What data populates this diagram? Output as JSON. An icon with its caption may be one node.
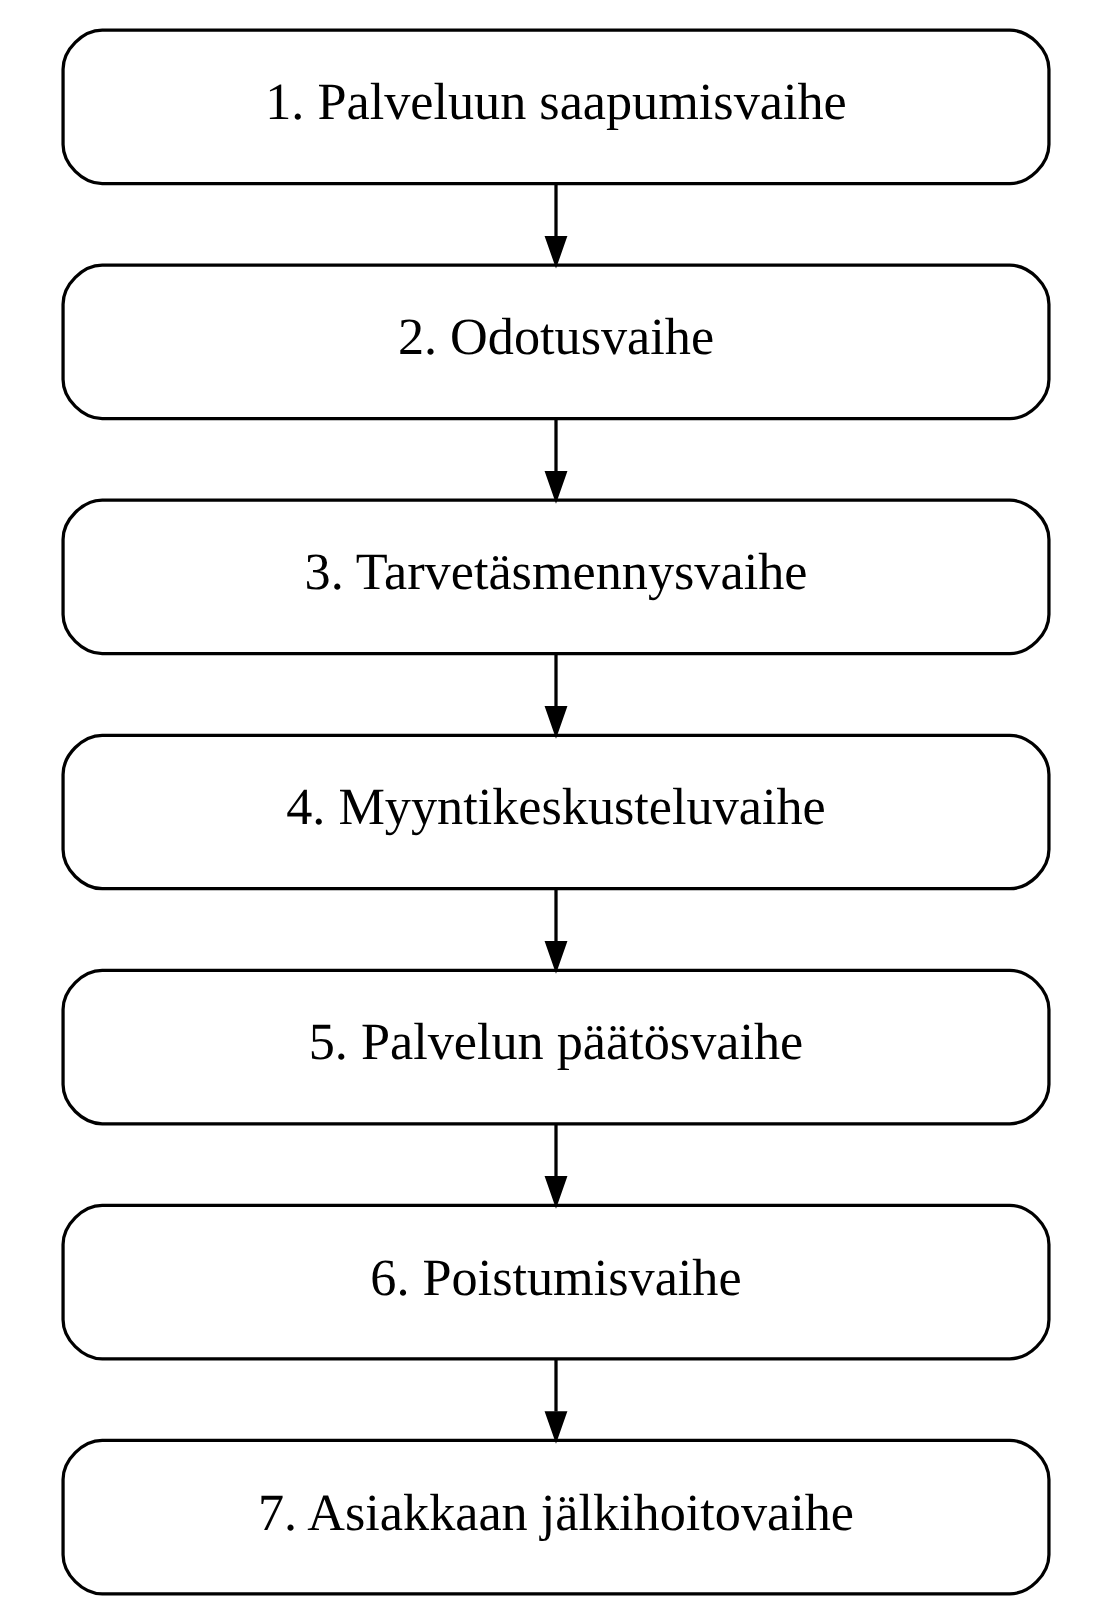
{
  "diagram": {
    "nodes": [
      {
        "text": [
          "1. Palveluun saapumisvaihe"
        ]
      },
      {
        "text": [
          "2. Odotusvaihe"
        ]
      },
      {
        "text": [
          "3. Tarvetäsmennysvaihe"
        ]
      },
      {
        "text": [
          "4. Myyntikeskusteluvaihe"
        ]
      },
      {
        "text": [
          "5. Palvelun päätösvaihe"
        ]
      },
      {
        "text": [
          "6. Poistumisvaihe"
        ]
      },
      {
        "text": [
          "7. Asiakkaan jälkihoitovaihe"
        ]
      }
    ],
    "edges": [
      {
        "from": 0,
        "to": 1,
        "arrow": "to"
      },
      {
        "from": 1,
        "to": 2,
        "arrow": "to"
      },
      {
        "from": 2,
        "to": 3,
        "arrow": "to"
      },
      {
        "from": 3,
        "to": 4,
        "arrow": "to"
      },
      {
        "from": 4,
        "to": 5,
        "arrow": "to"
      },
      {
        "from": 5,
        "to": 6,
        "arrow": "to"
      }
    ]
  }
}
